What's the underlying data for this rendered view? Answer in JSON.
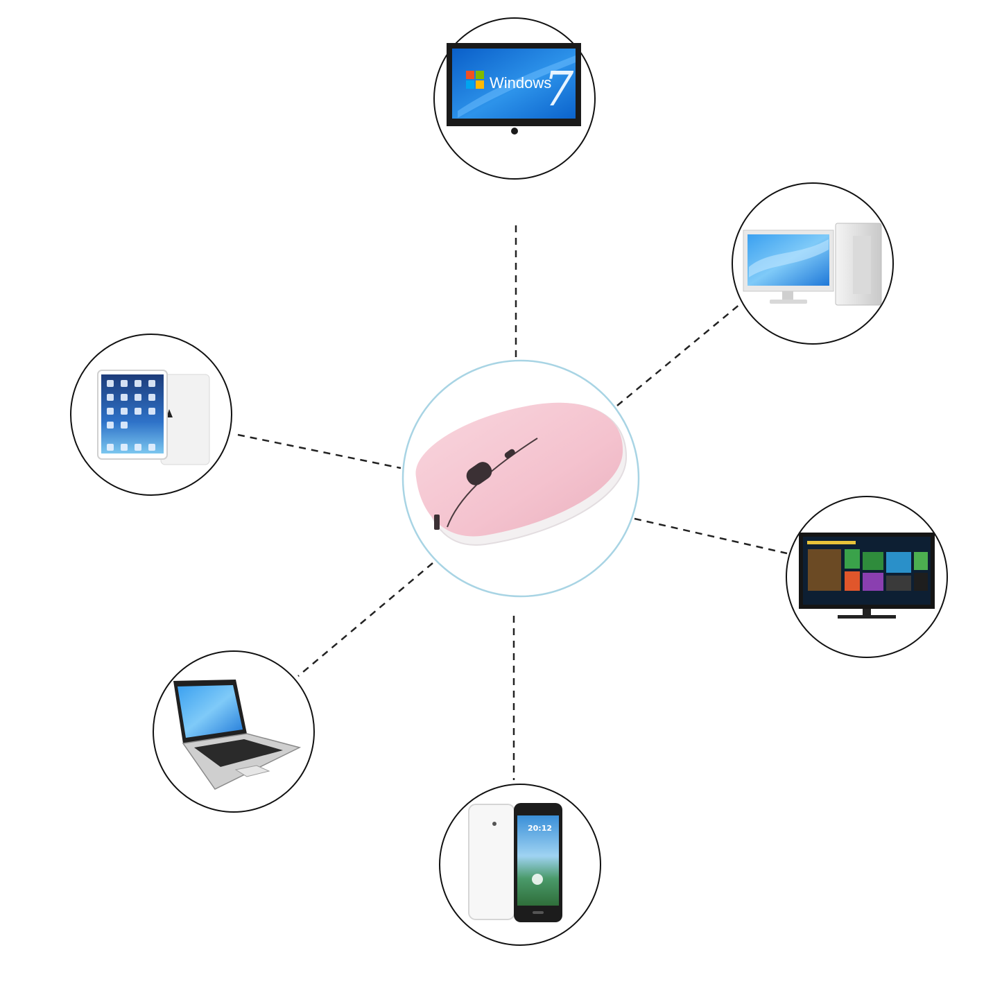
{
  "hub": {
    "device": "wireless-mouse",
    "color": "#f6c9d3",
    "ring_color": "#a8d4e4"
  },
  "connector_color": "#222222",
  "devices": [
    {
      "id": "windows-monitor",
      "screen_text": "Windows",
      "version_text": "7"
    },
    {
      "id": "desktop-computer"
    },
    {
      "id": "smart-tv"
    },
    {
      "id": "smartphone",
      "clock_text": "20:12"
    },
    {
      "id": "laptop"
    },
    {
      "id": "tablet"
    }
  ]
}
